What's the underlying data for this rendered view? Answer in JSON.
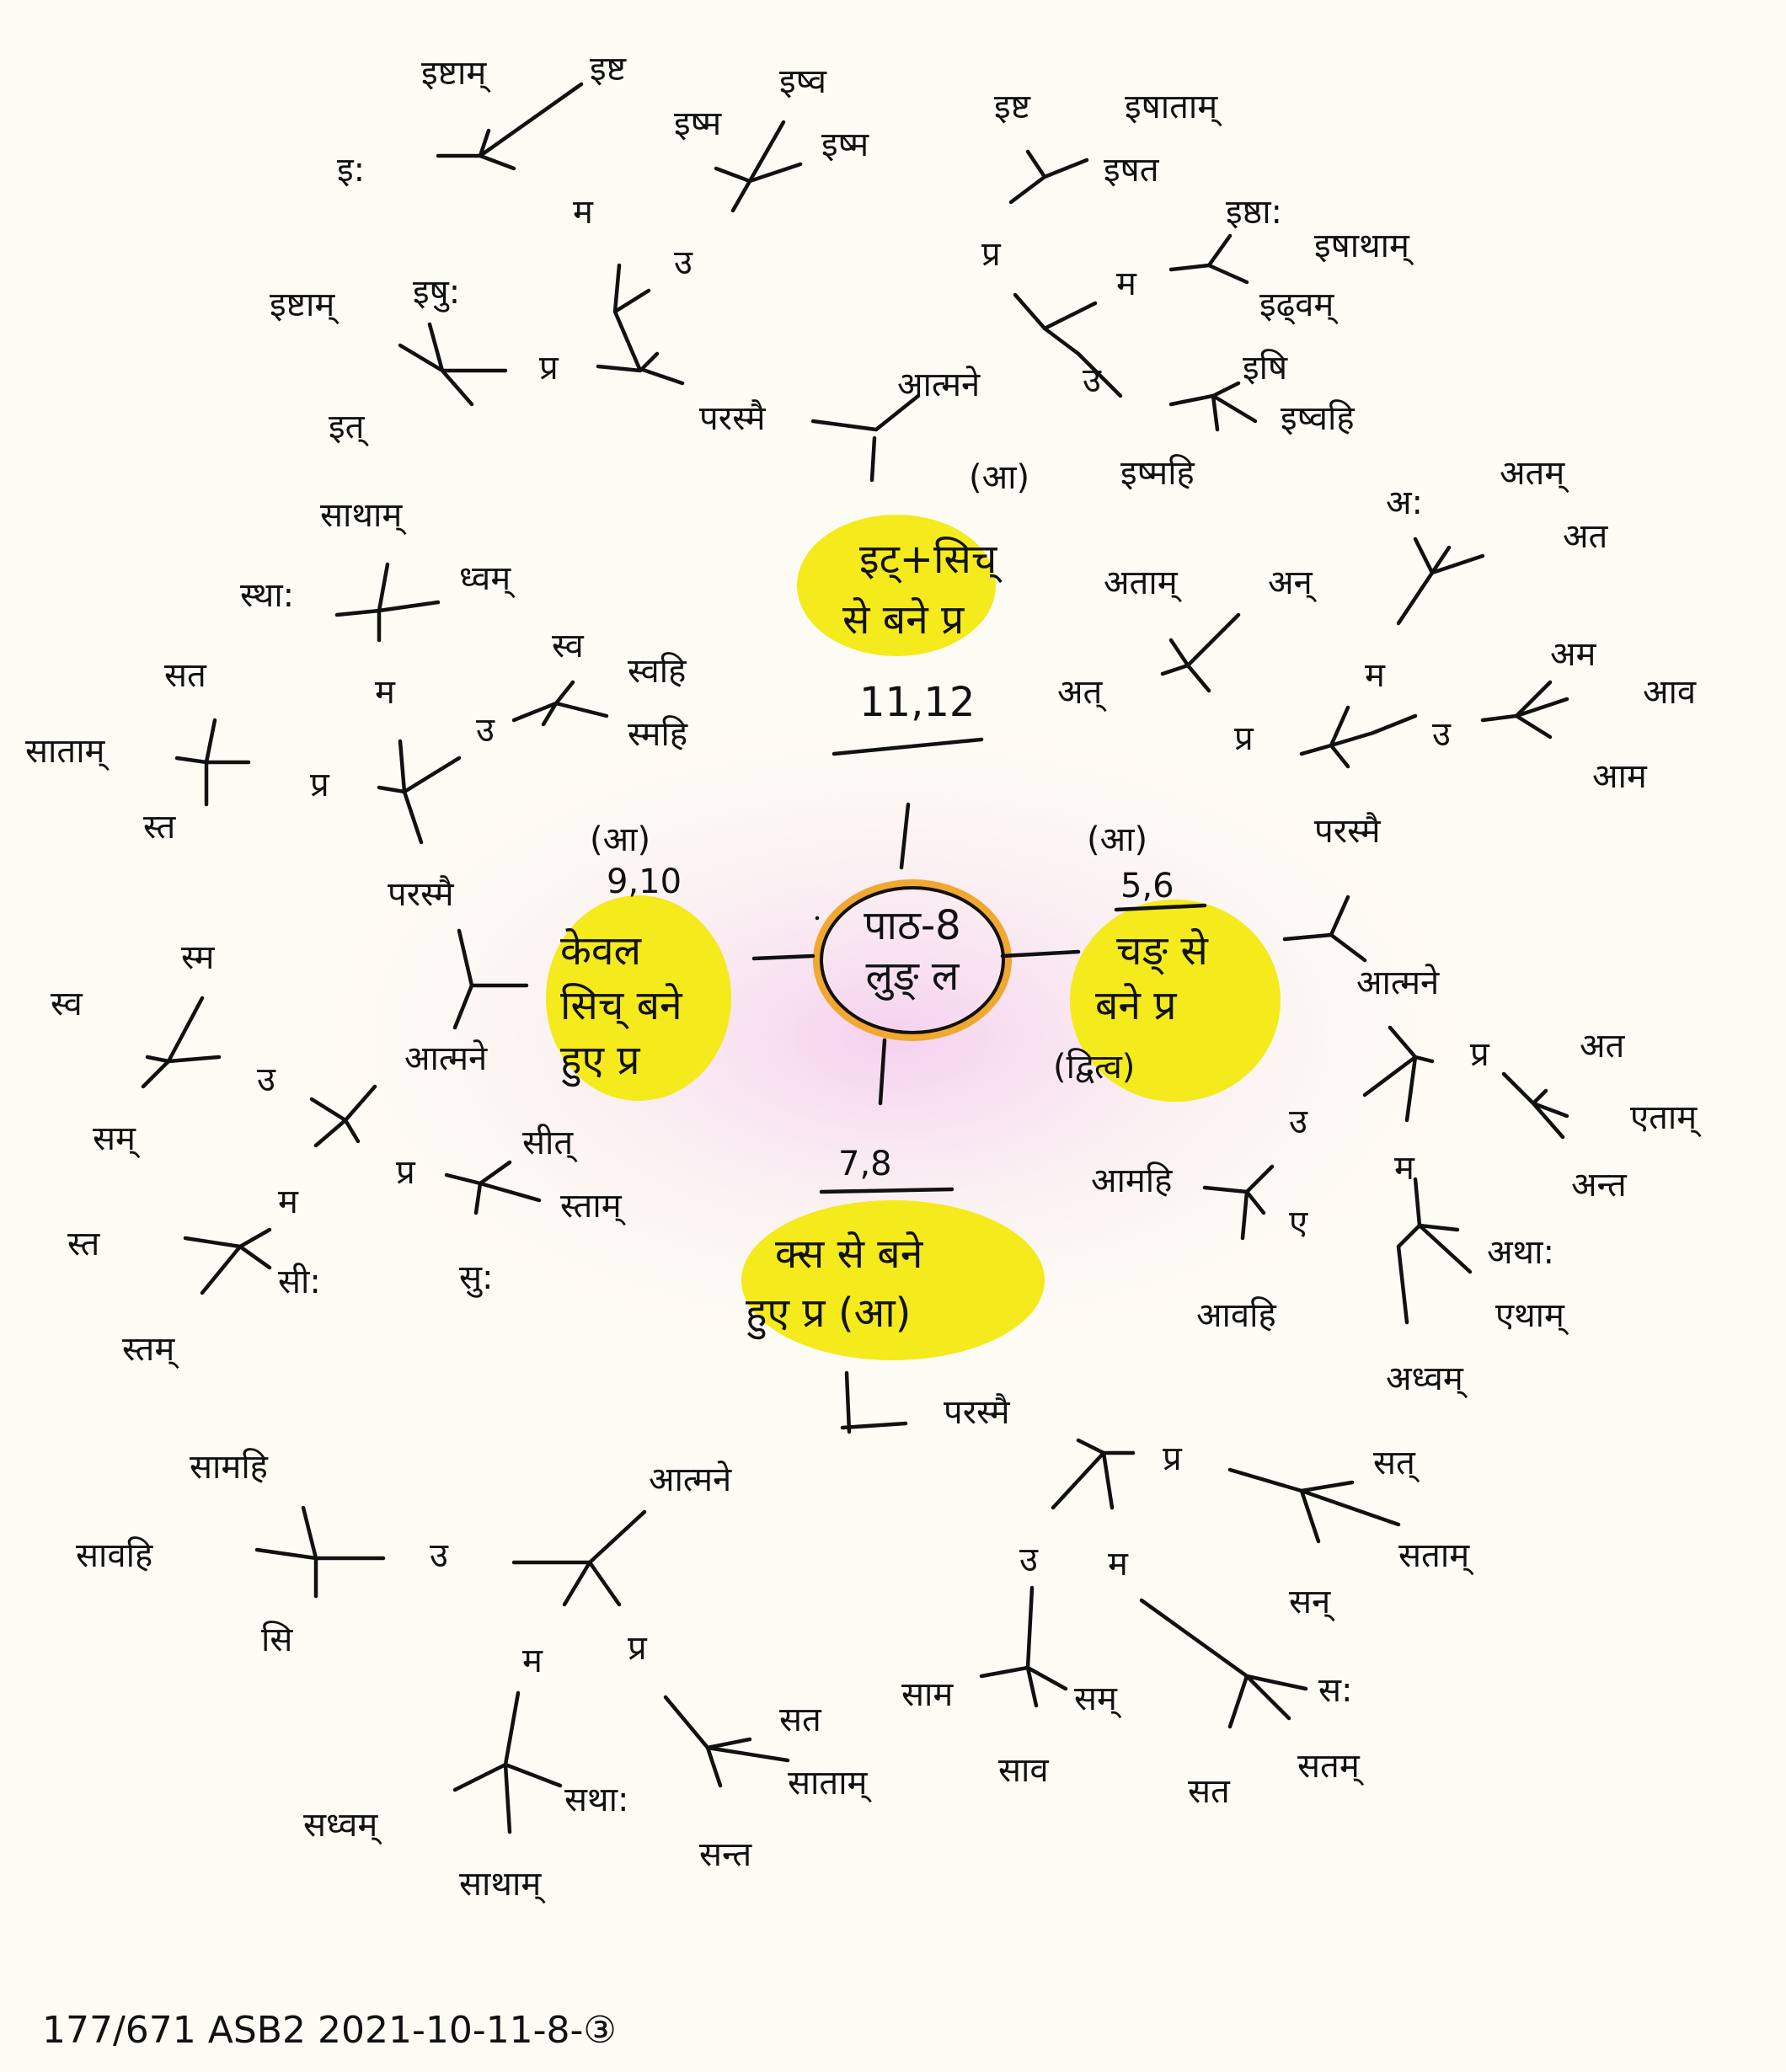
{
  "center": {
    "line1": "पाठ-8",
    "line2": "लुङ् ल"
  },
  "clusters": {
    "top": {
      "tag": "(आ)",
      "num": "11,12",
      "line1": "इट्+सिच्",
      "line2": "से बने प्र"
    },
    "right": {
      "tag": "(आ)",
      "num": "5,6",
      "line1": "चङ् से",
      "line2": "बने प्र",
      "line3": "(द्वित्व)"
    },
    "bottom": {
      "num": "7,8",
      "line1": "क्स से बने",
      "line2": "हुए प्र (आ)"
    },
    "left": {
      "tag": "(आ)",
      "num": "9,10",
      "line1": "केवल",
      "line2": "सिच् बने",
      "line3": "हुए प्र"
    }
  },
  "labels": {
    "parasmai": "परस्मै",
    "atmane": "आत्मने",
    "p": "प्र",
    "m": "म",
    "u": "उ"
  },
  "branches": {
    "top": {
      "m": [
        "इष्टाम्",
        "इष्ट",
        "इ:"
      ],
      "u": [
        "इष्व",
        "इष्म",
        "इष्म"
      ],
      "p": [
        "इष्टाम्",
        "इषु:",
        "इत्"
      ],
      "a_p": [
        "इष्ट",
        "इषाताम्",
        "इषत"
      ],
      "a_m": [
        "इष्ठा:",
        "इषाथाम्",
        "इढ्वम्"
      ],
      "a_u": [
        "इषि",
        "इष्वहि",
        "इष्महि"
      ]
    },
    "right": {
      "p": [
        "अतम्",
        "अ:",
        "अत"
      ],
      "m": [
        "अताम्",
        "अन्",
        "अत्"
      ],
      "u": [
        "अम",
        "आव",
        "आम"
      ],
      "a_p": [
        "अत",
        "एताम्",
        "अन्त"
      ],
      "a_m": [
        "अथा:",
        "एथाम्",
        "अध्वम्"
      ],
      "a_u": [
        "आमहि",
        "ए",
        "आवहि"
      ]
    },
    "left": {
      "m": [
        "साथाम्",
        "स्था:",
        "ध्वम्"
      ],
      "u": [
        "स्व",
        "स्वहि",
        "स्महि"
      ],
      "p": [
        "सत",
        "साताम्",
        "स्त"
      ],
      "a_u": [
        "स्म",
        "स्व",
        "सम्"
      ],
      "a_m": [
        "स्त",
        "सी:",
        "स्तम्"
      ],
      "a_p": [
        "सीत्",
        "स्ताम्",
        "सु:"
      ]
    },
    "bottom": {
      "a_u": [
        "सामहि",
        "सावहि",
        "सि"
      ],
      "a_m": [
        "सध्वम्",
        "साथाम्",
        "सथा:"
      ],
      "a_p": [
        "सत",
        "साताम्",
        "सन्त"
      ],
      "p": [
        "सत्",
        "सताम्",
        "सन्"
      ],
      "u": [
        "साम",
        "सम्",
        "साव"
      ],
      "m": [
        "स:",
        "सतम्",
        "सत"
      ]
    }
  },
  "footer": "177/671 ASB2 2021-10-11-8-③",
  "colors": {
    "highlight": "#f4ea1c",
    "ring": "#f0a830",
    "pink": "#f5d4ef",
    "ink": "#111111"
  }
}
